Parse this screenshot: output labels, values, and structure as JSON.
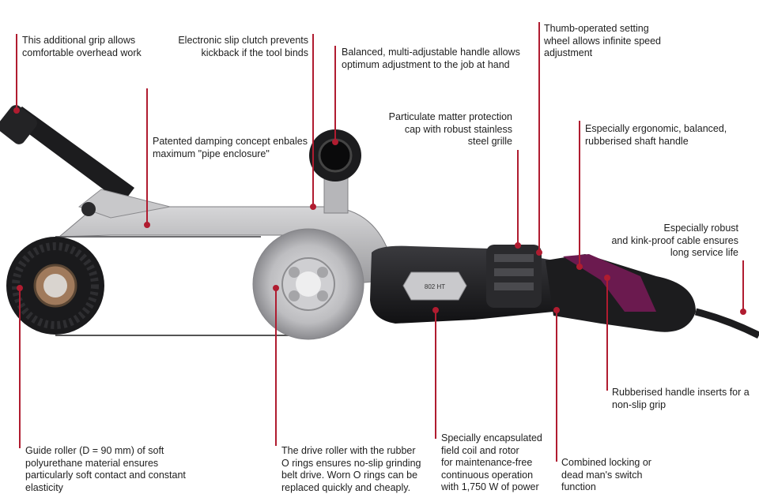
{
  "product": {
    "model_label": "802 HT"
  },
  "colors": {
    "callout_line": "#b01c30",
    "accent_purple": "#6b1a4f",
    "body_black": "#1b1b1d",
    "metal_silver": "#b9b9bb"
  },
  "callouts": [
    {
      "id": "overhead-grip",
      "text": "This additional grip allows\ncomfortable overhead work"
    },
    {
      "id": "slip-clutch",
      "text": "Electronic slip clutch prevents\nkickback if the tool binds"
    },
    {
      "id": "adjustable-handle",
      "text": "Balanced, multi-adjustable handle allows\noptimum adjustment to the job at hand"
    },
    {
      "id": "setting-wheel",
      "text": "Thumb-operated setting\nwheel allows infinite speed\nadjustment"
    },
    {
      "id": "damping-concept",
      "text": "Patented damping concept enbales\nmaximum \"pipe enclosure\""
    },
    {
      "id": "protection-cap",
      "text": "Particulate matter protection\ncap with robust stainless\nsteel grille"
    },
    {
      "id": "shaft-handle",
      "text": "Especially ergonomic, balanced,\nrubberised shaft handle"
    },
    {
      "id": "cable",
      "text": "Especially robust\nand kink-proof cable ensures\nlong service life"
    },
    {
      "id": "handle-inserts",
      "text": "Rubberised handle inserts for a\nnon-slip grip"
    },
    {
      "id": "guide-roller",
      "text": "Guide roller (D = 90 mm) of soft\npolyurethane material ensures\nparticularly soft contact and constant\nelasticity"
    },
    {
      "id": "drive-roller",
      "text": "The drive roller with the rubber\nO rings ensures no-slip grinding\nbelt drive. Worn O rings can be\nreplaced quickly and cheaply."
    },
    {
      "id": "field-coil",
      "text": "Specially encapsulated\nfield coil and rotor\nfor maintenance-free\ncontinuous operation\nwith 1,750 W of power"
    },
    {
      "id": "locking-switch",
      "text": "Combined locking or\ndead man's switch\nfunction"
    }
  ]
}
